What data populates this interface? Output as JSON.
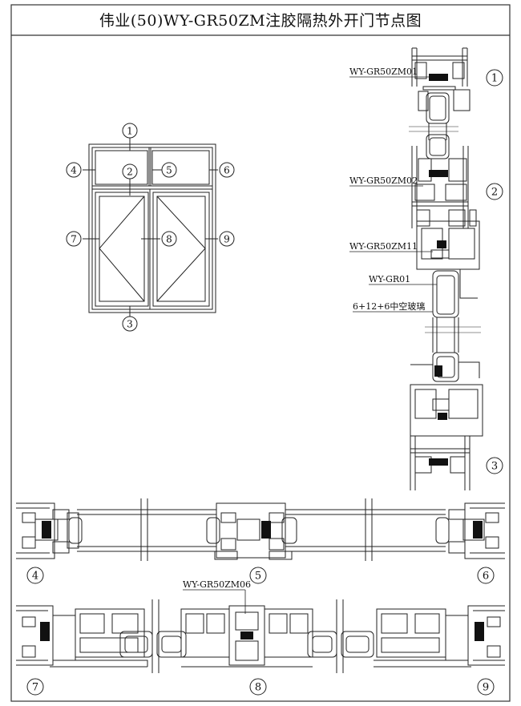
{
  "title": "伟业(50)WY-GR50ZM注胶隔热外开门节点图",
  "elevation": {
    "callouts": [
      "1",
      "2",
      "3",
      "4",
      "5",
      "6",
      "7",
      "8",
      "9"
    ]
  },
  "section_labels": [
    "1",
    "2",
    "3",
    "4",
    "5",
    "6",
    "7",
    "8",
    "9"
  ],
  "part_labels": {
    "frame_1": "WY-GR50ZM01",
    "mullion_2": "WY-GR50ZM02",
    "sash": "WY-GR50ZM11",
    "bead": "WY-GR01",
    "glass": "6+12+6中空玻璃",
    "middle_8": "WY-GR50ZM06"
  }
}
